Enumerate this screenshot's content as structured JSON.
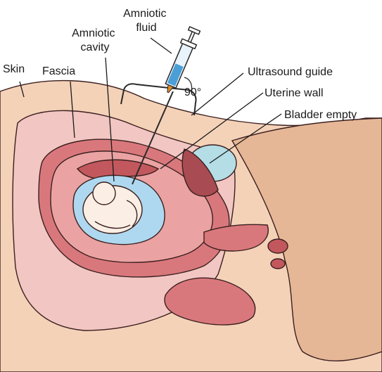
{
  "labels": {
    "amniotic_fluid": [
      "Amniotic",
      "fluid"
    ],
    "amniotic_cavity": [
      "Amniotic",
      "cavity"
    ],
    "skin": "Skin",
    "fascia": "Fascia",
    "angle": "90°",
    "ultrasound_guide": "Ultrasound guide",
    "uterine_wall": "Uterine wall",
    "bladder_empty": "Bladder empty"
  },
  "colors": {
    "skin": "#f4d2b8",
    "skin_shadow": "#e6b796",
    "fascia": "#f2c6c2",
    "uterine_wall": "#d9787c",
    "uterine_inner": "#eaa3a2",
    "amniotic_fluid": "#aed8ef",
    "fetus": "#fbeee4",
    "placenta": "#c2585d",
    "bladder": "#b4dde6",
    "outline": "#3a1f1f"
  }
}
